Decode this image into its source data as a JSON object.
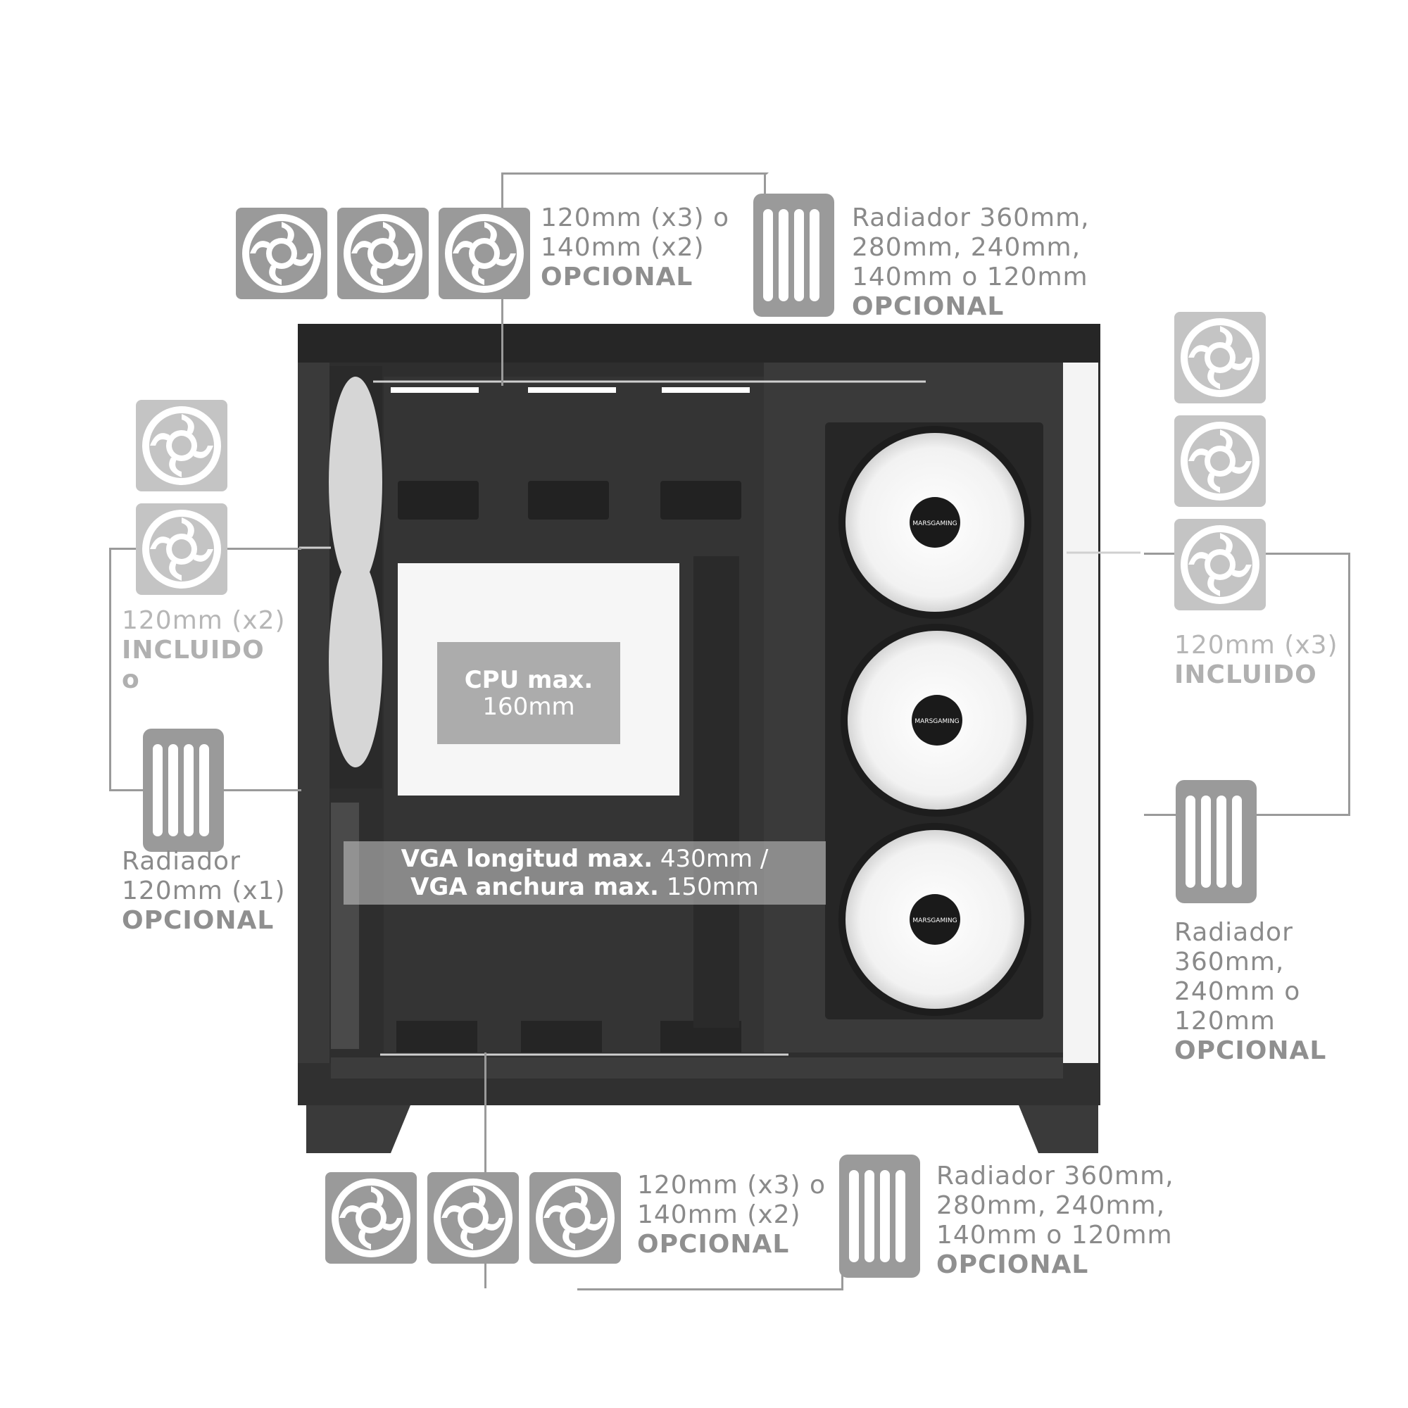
{
  "top": {
    "fan_label": {
      "line1": "120mm (x3) o",
      "line2": "140mm (x2)",
      "status": "OPCIONAL"
    },
    "radiator_label": {
      "line1": "Radiador 360mm,",
      "line2": "280mm, 240mm,",
      "line3": "140mm o 120mm",
      "status": "OPCIONAL"
    }
  },
  "rear": {
    "fan_label": {
      "line1": "120mm (x2)",
      "status": "INCLUIDO",
      "conj": "o"
    },
    "radiator_label": {
      "line1": "Radiador",
      "line2": "120mm (x1)",
      "status": "OPCIONAL"
    }
  },
  "front": {
    "fan_label": {
      "line1": "120mm (x3)",
      "status": "INCLUIDO"
    },
    "radiator_label": {
      "line1": "Radiador",
      "line2": "360mm,",
      "line3": "240mm o",
      "line4": "120mm",
      "status": "OPCIONAL"
    }
  },
  "bottom": {
    "fan_label": {
      "line1": "120mm (x3) o",
      "line2": "140mm (x2)",
      "status": "OPCIONAL"
    },
    "radiator_label": {
      "line1": "Radiador 360mm,",
      "line2": "280mm, 240mm,",
      "line3": "140mm o 120mm",
      "status": "OPCIONAL"
    }
  },
  "cpu": {
    "bold": "CPU max.",
    "value": "160mm"
  },
  "vga": {
    "line1_bold": "VGA longitud max.",
    "line1_value": " 430mm /",
    "line2_bold": "VGA anchura max.",
    "line2_value": " 150mm"
  },
  "brand_text": "MARSGAMING",
  "colors": {
    "icon_dark": "#9a9a9a",
    "icon_light": "#c4c4c4",
    "case": "#2b2b2b",
    "text": "#8a8a8a"
  }
}
